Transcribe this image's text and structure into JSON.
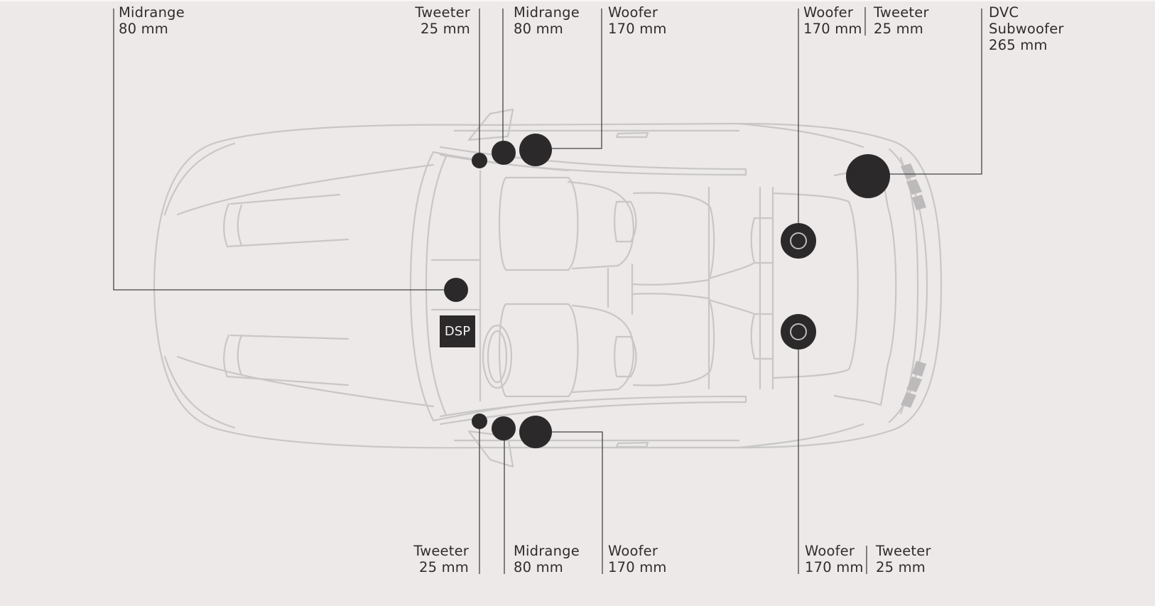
{
  "labels": {
    "front_left_mid": {
      "name": "Midrange",
      "size": "80 mm"
    },
    "top_tweeter": {
      "name": "Tweeter",
      "size": "25 mm"
    },
    "top_midrange": {
      "name": "Midrange",
      "size": "80 mm"
    },
    "top_woofer": {
      "name": "Woofer",
      "size": "170 mm"
    },
    "rear_top_woofer": {
      "name": "Woofer",
      "size": "170 mm"
    },
    "rear_top_tweeter": {
      "name": "Tweeter",
      "size": "25 mm"
    },
    "subwoofer": {
      "line1": "DVC",
      "line2": "Subwoofer",
      "size": "265 mm"
    },
    "bottom_tweeter": {
      "name": "Tweeter",
      "size": "25 mm"
    },
    "bottom_midrange": {
      "name": "Midrange",
      "size": "80 mm"
    },
    "bottom_woofer": {
      "name": "Woofer",
      "size": "170 mm"
    },
    "rear_bottom_woofer": {
      "name": "Woofer",
      "size": "170 mm"
    },
    "rear_bottom_tweeter": {
      "name": "Tweeter",
      "size": "25 mm"
    }
  },
  "dsp": "DSP",
  "colors": {
    "background": "#ede9e9",
    "car_outline": "#c8c6c6",
    "speaker": "#2b2929",
    "leader": "#444444",
    "text": "#2f2c2c"
  }
}
